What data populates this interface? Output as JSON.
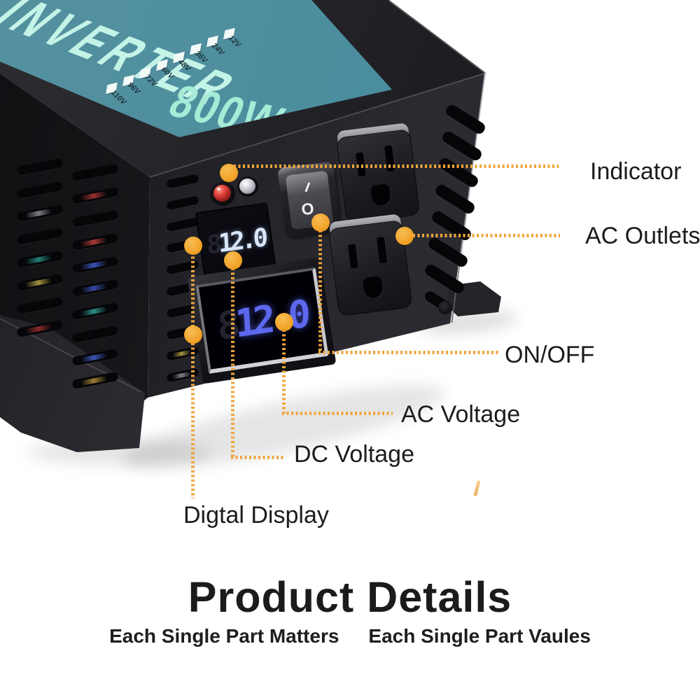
{
  "product": {
    "label": {
      "series_text": "VE INVERTER",
      "wattage": "800W",
      "voltages": [
        "12V",
        "24V",
        "36V",
        "48V",
        "60V",
        "72V",
        "96V",
        "110V"
      ],
      "panel_color": "#4A8D9E",
      "text_color": "#C4F3E7"
    },
    "switch": {
      "on_label": "I",
      "off_label": "O"
    },
    "displays": {
      "dc": {
        "ghost": "8",
        "value": "12.0",
        "digit_color": "#D9E6F8"
      },
      "ac": {
        "ghost": "8",
        "value": "12.0",
        "digit_color": "#5D68EE"
      }
    },
    "indicator_led_color": "#E04038"
  },
  "callouts": [
    {
      "id": "indicator",
      "label": "Indicator"
    },
    {
      "id": "ac-outlets",
      "label": "AC Outlets"
    },
    {
      "id": "on-off",
      "label": "ON/OFF"
    },
    {
      "id": "ac-voltage",
      "label": "AC Voltage"
    },
    {
      "id": "dc-voltage",
      "label": "DC Voltage"
    },
    {
      "id": "digital-display",
      "label": "Digtal Display"
    }
  ],
  "footer": {
    "title": "Product Details",
    "tagline_left": "Each Single Part Matters",
    "tagline_right": "Each Single Part Vaules"
  },
  "colors": {
    "accent_orange": "#F1A53C",
    "device_black": "#232329",
    "background": "#FFFFFF",
    "callout_text": "#1C1C1C"
  }
}
